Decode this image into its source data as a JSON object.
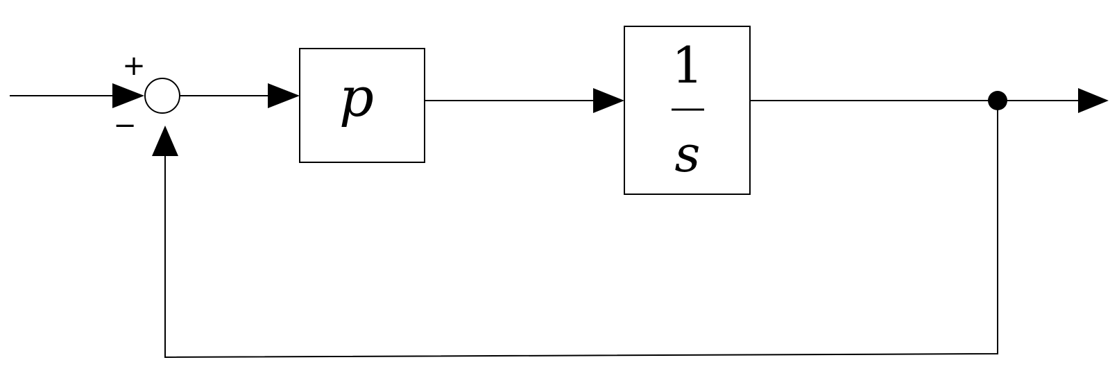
{
  "diagram": {
    "summing_junction": {
      "plus_sign": "+",
      "minus_sign": "−"
    },
    "gain_block": {
      "label": "p"
    },
    "integrator_block": {
      "numerator": "1",
      "denominator": "s"
    }
  }
}
